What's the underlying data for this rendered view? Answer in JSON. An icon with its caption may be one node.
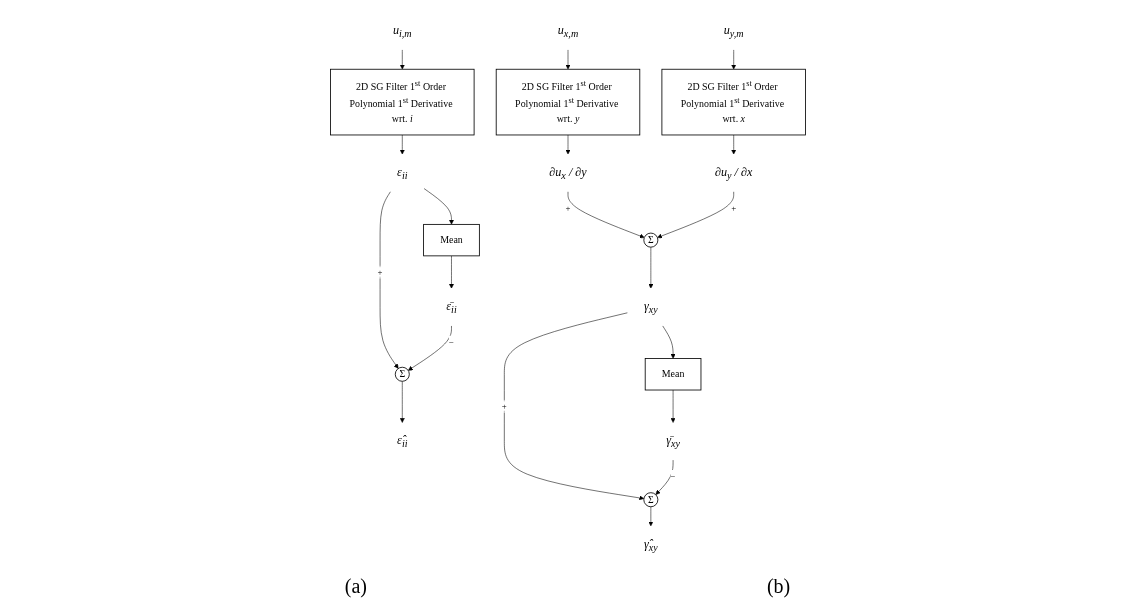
{
  "diagram": {
    "nodes": [
      {
        "text": [
          "u$_{i,m}$"
        ]
      },
      {
        "text": [
          "2D SG Filter 1$^{st}$ Order Polynomial 1$^{st}$ Derivative wrt. *i*"
        ]
      },
      {
        "text": [
          "ε$_{ii}$"
        ]
      },
      {
        "text": [
          "Mean"
        ]
      },
      {
        "text": [
          "ε̄$_{ii}$"
        ]
      },
      {
        "text": [
          "Σ"
        ]
      },
      {
        "text": [
          "ε̂$_{ii}$"
        ]
      },
      {
        "text": [
          "u$_{x,m}$"
        ]
      },
      {
        "text": [
          "u$_{y,m}$"
        ]
      },
      {
        "text": [
          "2D SG Filter 1$^{st}$ Order Polynomial 1$^{st}$ Derivative wrt. *y*"
        ]
      },
      {
        "text": [
          "2D SG Filter 1$^{st}$ Order Polynomial 1$^{st}$ Derivative wrt. *x*"
        ]
      },
      {
        "text": [
          "∂u$_{x}$ / ∂y"
        ]
      },
      {
        "text": [
          "Σ"
        ]
      },
      {
        "text": [
          "∂u$_{y}$ / ∂x"
        ]
      },
      {
        "text": [
          "γ$_{xy}$"
        ]
      },
      {
        "text": [
          "Mean"
        ]
      },
      {
        "text": [
          "γ̄$_{xy}$"
        ]
      },
      {
        "text": [
          "Σ"
        ]
      },
      {
        "text": [
          "γ̂$_{xy}$"
        ]
      }
    ],
    "edges": [
      {
        "from": 0,
        "to": 1,
        "arrow": "to"
      },
      {
        "from": 1,
        "to": 2,
        "arrow": "to"
      },
      {
        "from": 2,
        "to": 3,
        "arrow": "to"
      },
      {
        "from": 3,
        "to": 4,
        "arrow": "to"
      },
      {
        "from": 2,
        "to": 5,
        "arrow": "to",
        "label": "+"
      },
      {
        "from": 4,
        "to": 5,
        "arrow": "to",
        "label": "−"
      },
      {
        "from": 5,
        "to": 6,
        "arrow": "to"
      },
      {
        "from": 7,
        "to": 9,
        "arrow": "to"
      },
      {
        "from": 8,
        "to": 10,
        "arrow": "to"
      },
      {
        "from": 9,
        "to": 11,
        "arrow": "to"
      },
      {
        "from": 10,
        "to": 13,
        "arrow": "to"
      },
      {
        "from": 11,
        "to": 12,
        "arrow": "to",
        "label": "+"
      },
      {
        "from": 13,
        "to": 12,
        "arrow": "to",
        "label": "+"
      },
      {
        "from": 12,
        "to": 14,
        "arrow": "to"
      },
      {
        "from": 14,
        "to": 15,
        "arrow": "to"
      },
      {
        "from": 15,
        "to": 16,
        "arrow": "to"
      },
      {
        "from": 14,
        "to": 17,
        "arrow": "to",
        "label": "+"
      },
      {
        "from": 16,
        "to": 17,
        "arrow": "to",
        "label": "−"
      },
      {
        "from": 17,
        "to": 18,
        "arrow": "to"
      }
    ],
    "labels": [
      "(a)",
      "(b)"
    ]
  }
}
